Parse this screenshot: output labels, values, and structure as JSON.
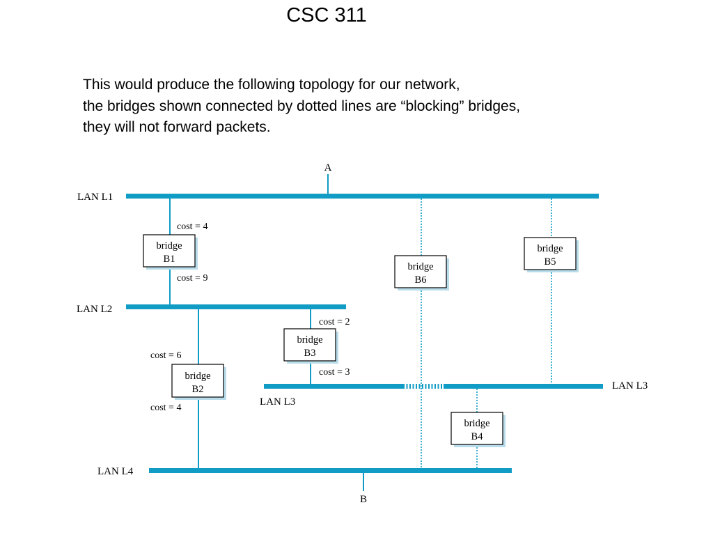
{
  "slide": {
    "title": "CSC 311",
    "intro_lines": [
      "This would produce the following topology for our network,",
      "the bridges shown connected by dotted lines are “blocking” bridges,",
      "they will not forward packets."
    ]
  },
  "diagram": {
    "colors": {
      "lan": "#109cc4",
      "box_border": "#000000",
      "box_shadow": "#b9dcea"
    },
    "nodes": {
      "a": "A",
      "b": "B"
    },
    "lans": {
      "l1": "LAN L1",
      "l2": "LAN L2",
      "l3_left": "LAN L3",
      "l3_right": "LAN L3",
      "l4": "LAN L4"
    },
    "bridges": {
      "b1": {
        "line1": "bridge",
        "line2": "B1",
        "blocking": false
      },
      "b2": {
        "line1": "bridge",
        "line2": "B2",
        "blocking": false
      },
      "b3": {
        "line1": "bridge",
        "line2": "B3",
        "blocking": false
      },
      "b4": {
        "line1": "bridge",
        "line2": "B4",
        "blocking": true
      },
      "b5": {
        "line1": "bridge",
        "line2": "B5",
        "blocking": true
      },
      "b6": {
        "line1": "bridge",
        "line2": "B6",
        "blocking": true
      }
    },
    "costs": {
      "b1_l1": "cost = 4",
      "b1_l2": "cost = 9",
      "b3_l2": "cost = 2",
      "b3_l3": "cost = 3",
      "b2_l2": "cost = 6",
      "b2_l4": "cost = 4"
    }
  }
}
